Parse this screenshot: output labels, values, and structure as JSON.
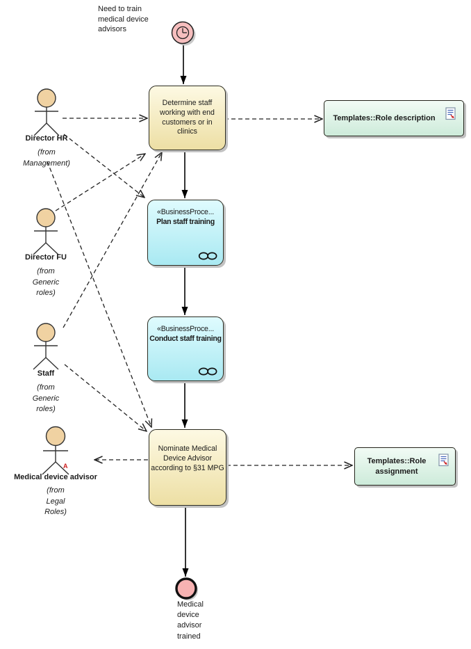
{
  "diagram_type": "UML activity / business process diagram",
  "start_event": {
    "note": "Need to train\nmedical device\nadvisors",
    "icon": "timer-clock-icon",
    "fill": "#F6BEBE"
  },
  "end_event": {
    "label": "Medical\ndevice\nadvisor\ntrained",
    "fill": "#F7B2B2"
  },
  "activities": [
    {
      "name": "Determine staff working with end customers or in clinics",
      "style": "yellow"
    },
    {
      "stereotype": "«BusinessProce...",
      "name": "Plan staff training",
      "style": "cyan",
      "icon": "linked-circles-icon"
    },
    {
      "stereotype": "«BusinessProce...",
      "name": "Conduct staff training",
      "style": "cyan",
      "icon": "linked-circles-icon"
    },
    {
      "name": "Nominate Medical Device Advisor according to §31 MPG",
      "style": "yellow"
    }
  ],
  "actors": [
    {
      "name": "Director HR",
      "from": "(from\nManagement)"
    },
    {
      "name": "Director FU",
      "from": "(from\nGeneric\nroles)"
    },
    {
      "name": "Staff",
      "from": "(from\nGeneric\nroles)"
    },
    {
      "name": "Medical device advisor",
      "from": "(from\nLegal\nRoles)",
      "marker": "A"
    }
  ],
  "artifacts": [
    {
      "name": "Templates::Role description",
      "icon": "document-icon"
    },
    {
      "name": "Templates::Role assignment",
      "icon": "document-icon"
    }
  ],
  "colors": {
    "activity_yellow_top": "#FDF9E3",
    "activity_yellow_bottom": "#EDDFA4",
    "activity_cyan_top": "#DFFBFE",
    "activity_cyan_bottom": "#A9E9F2",
    "artifact_green_top": "#F2FBF5",
    "artifact_green_bottom": "#CDEBDA",
    "event_pink": "#F6BEBE",
    "actor_skin": "#F0D2A2",
    "marker_red": "#cc2020"
  }
}
